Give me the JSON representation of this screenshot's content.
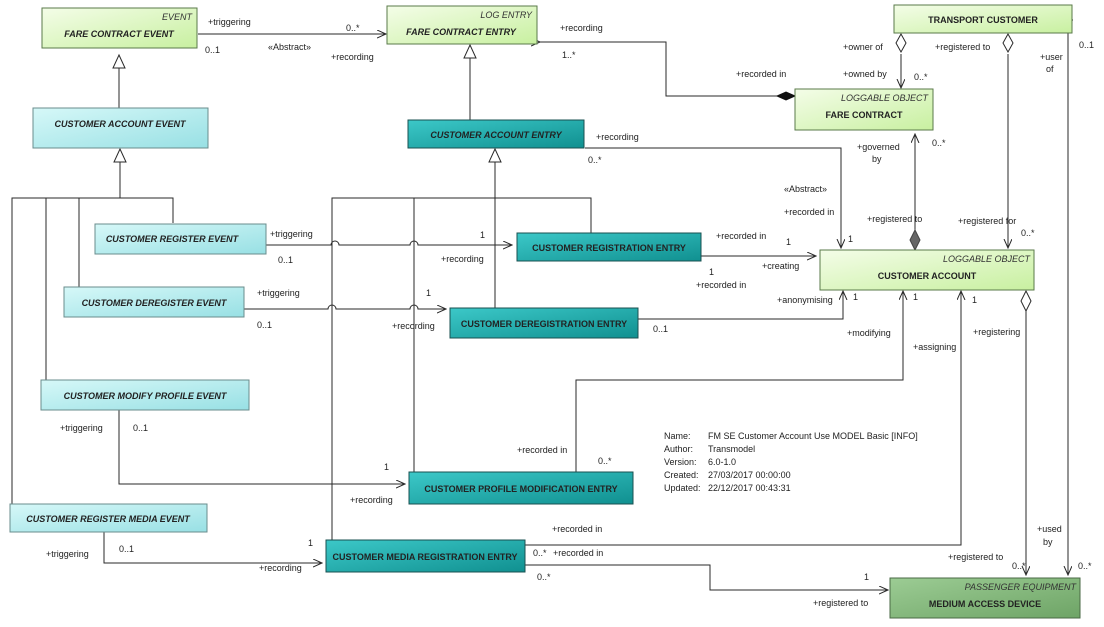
{
  "classes": {
    "fare_contract_event": {
      "name": "FARE CONTRACT EVENT",
      "stereotype": "EVENT"
    },
    "fare_contract_entry": {
      "name": "FARE CONTRACT ENTRY",
      "stereotype": "LOG ENTRY"
    },
    "transport_customer": {
      "name": "TRANSPORT CUSTOMER"
    },
    "fare_contract": {
      "name": "FARE CONTRACT",
      "stereotype": "LOGGABLE OBJECT"
    },
    "customer_account_event": {
      "name": "CUSTOMER ACCOUNT EVENT"
    },
    "customer_account_entry": {
      "name": "CUSTOMER ACCOUNT ENTRY"
    },
    "customer_register_event": {
      "name": "CUSTOMER REGISTER EVENT"
    },
    "customer_registration_entry": {
      "name": "CUSTOMER REGISTRATION ENTRY"
    },
    "customer_account": {
      "name": "CUSTOMER ACCOUNT",
      "stereotype": "LOGGABLE OBJECT"
    },
    "customer_deregister_event": {
      "name": "CUSTOMER DEREGISTER EVENT"
    },
    "customer_deregistration_entry": {
      "name": "CUSTOMER DEREGISTRATION ENTRY"
    },
    "customer_modify_profile_event": {
      "name": "CUSTOMER MODIFY PROFILE EVENT"
    },
    "customer_profile_modification_entry": {
      "name": "CUSTOMER PROFILE MODIFICATION ENTRY"
    },
    "customer_register_media_event": {
      "name": "CUSTOMER REGISTER MEDIA EVENT"
    },
    "customer_media_registration_entry": {
      "name": "CUSTOMER MEDIA REGISTRATION ENTRY"
    },
    "medium_access_device": {
      "name": "MEDIUM ACCESS DEVICE",
      "stereotype": "PASSENGER EQUIPMENT"
    }
  },
  "labels": {
    "l1": "+triggering",
    "l2": "0..*",
    "l3": "0..1",
    "l4": "«Abstract»",
    "l5": "+recording",
    "l6": "+recording",
    "l7": "1..*",
    "l8": "+owner of",
    "l9": "+owned by",
    "l10": "0..*",
    "l11": "+recorded in",
    "l12": "+registered to",
    "l13": "+user",
    "l14": "of",
    "l15": "0..1",
    "l16": "+recording",
    "l17": "0..*",
    "l18": "+governed",
    "l19": "by",
    "l20": "0..*",
    "l21": "«Abstract»",
    "l22": "+recorded in",
    "l23": "+registered to",
    "l24": "+registered for",
    "l25": "0..*",
    "l26": "+triggering",
    "l27": "0..1",
    "l28": "1",
    "l29": "+recording",
    "l30": "+recorded in",
    "l31": "1",
    "l32": "1",
    "l33": "+creating",
    "l34": "1",
    "l35": "+recorded in",
    "l36": "+triggering",
    "l37": "1",
    "l38": "0..1",
    "l39": "+recording",
    "l40": "0..1",
    "l41": "+anonymising",
    "l42": "1",
    "l43": "1",
    "l44": "1",
    "l45": "+modifying",
    "l46": "+assigning",
    "l47": "+registering",
    "l48": "+triggering",
    "l49": "0..1",
    "l50": "+recorded in",
    "l51": "0..*",
    "l52": "1",
    "l53": "+recording",
    "l54": "+recorded in",
    "l55": "+triggering",
    "l56": "0..1",
    "l57": "1",
    "l58": "+recording",
    "l59": "0..*",
    "l60": "+recorded in",
    "l61": "0..*",
    "l62": "1",
    "l63": "+registered to",
    "l64": "+registered to",
    "l65": "+used",
    "l66": "by",
    "l67": "0..*",
    "l68": "0..*"
  },
  "note": {
    "rows": [
      {
        "key": "Name:",
        "value": "FM SE Customer Account Use MODEL Basic [INFO]"
      },
      {
        "key": "Author:",
        "value": "Transmodel"
      },
      {
        "key": "Version:",
        "value": "6.0-1.0"
      },
      {
        "key": "Created:",
        "value": "27/03/2017 00:00:00"
      },
      {
        "key": "Updated:",
        "value": "22/12/2017 00:43:31"
      }
    ]
  }
}
